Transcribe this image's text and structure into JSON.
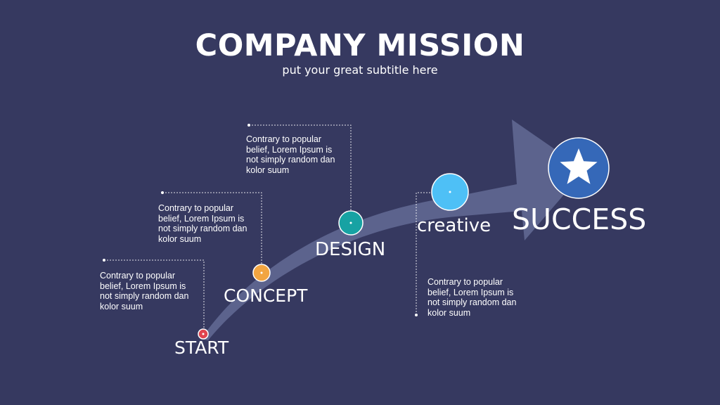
{
  "title": "COMPANY MISSION",
  "subtitle": "put your great subtitle here",
  "steps": [
    {
      "label": "START",
      "description": "Contrary to popular belief, Lorem Ipsum is not simply random dan kolor suum",
      "color": "#e0434f"
    },
    {
      "label": "CONCEPT",
      "description": "Contrary to popular belief, Lorem Ipsum is not simply random dan kolor suum",
      "color": "#f2a541"
    },
    {
      "label": "DESIGN",
      "description": "Contrary to popular belief, Lorem Ipsum is not simply random dan kolor suum",
      "color": "#17a2a3"
    },
    {
      "label": "creative",
      "description": "Contrary to popular belief, Lorem Ipsum is not simply random dan kolor suum",
      "color": "#4ec0f6"
    }
  ],
  "goal": {
    "label": "SUCCESS",
    "icon": "star-icon",
    "color": "#3568b8"
  },
  "colors": {
    "background": "#363960",
    "arrow": "#5f6791",
    "connector": "#ffffff"
  }
}
